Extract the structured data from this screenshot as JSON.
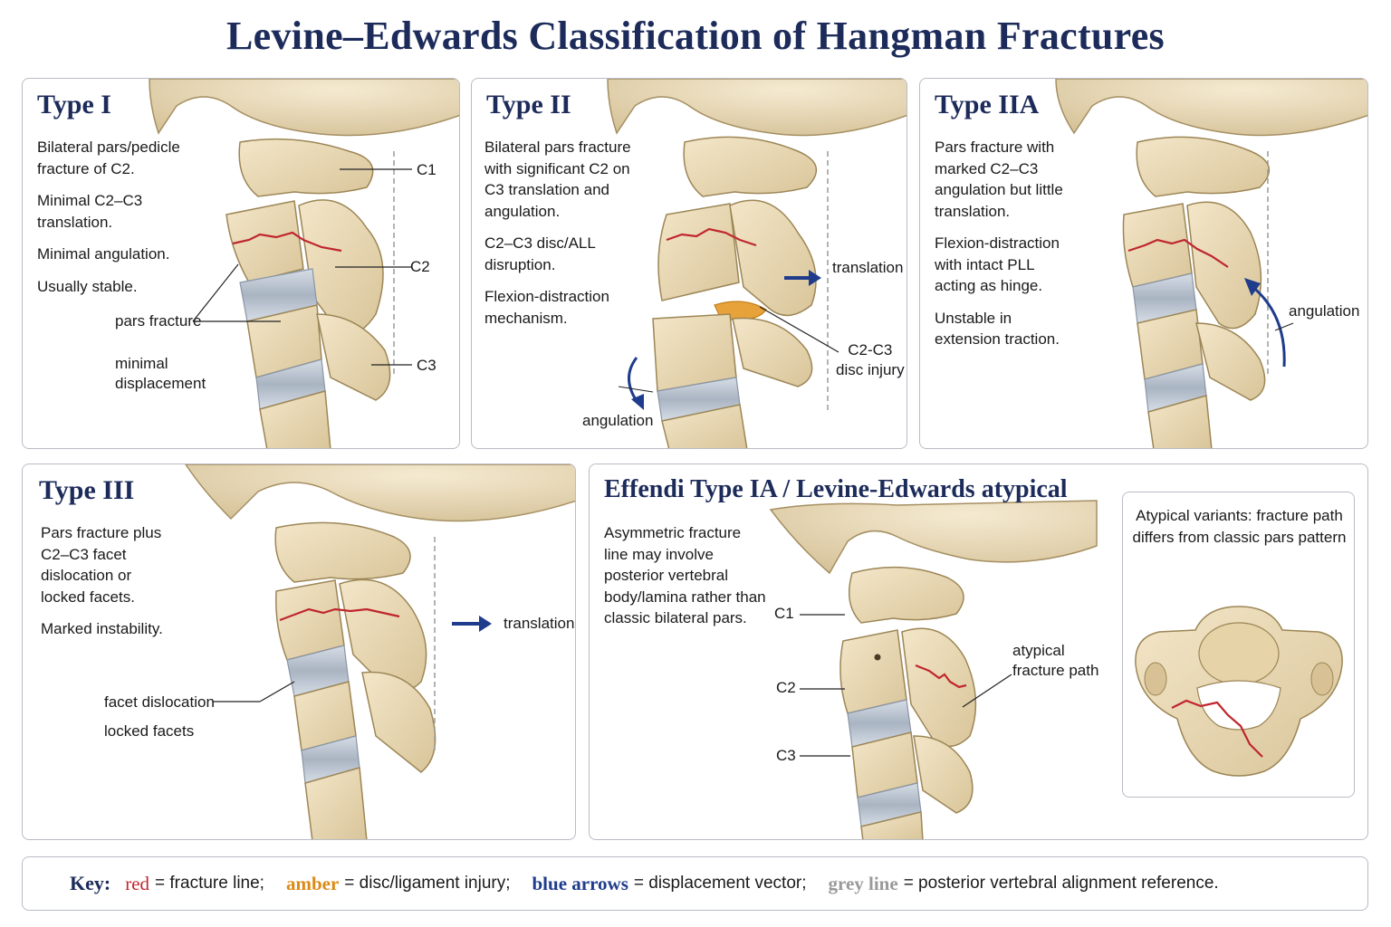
{
  "title": "Levine–Edwards Classification of Hangman Fractures",
  "colors": {
    "fracture": "#c0262d",
    "injury": "#e8a23a",
    "arrow": "#1f3c8c",
    "reference": "#9a9a9a",
    "bone": "#ead9b4",
    "disc": "#b4bfcc",
    "heading": "#1c2b5a"
  },
  "panels": {
    "type1": {
      "title": "Type I",
      "desc": [
        "Bilateral pars/pedicle fracture of C2.",
        "Minimal C2–C3 translation.",
        "Minimal angulation.",
        "Usually stable."
      ],
      "labels": {
        "c1": "C1",
        "c2": "C2",
        "c3": "C3",
        "pars": "pars fracture",
        "disp1": "minimal",
        "disp2": "displacement"
      }
    },
    "type2": {
      "title": "Type II",
      "desc": [
        "Bilateral pars fracture with significant C2 on C3 translation and angulation.",
        "C2–C3 disc/ALL disruption.",
        "Flexion-distraction mechanism."
      ],
      "labels": {
        "translation": "translation",
        "disc1": "C2-C3",
        "disc2": "disc injury",
        "angulation": "angulation"
      }
    },
    "type2a": {
      "title": "Type IIA",
      "desc": [
        "Pars fracture with marked C2–C3 angulation but little translation.",
        "Flexion-distraction with intact PLL acting as hinge.",
        "Unstable in extension traction."
      ],
      "labels": {
        "angulation": "angulation"
      }
    },
    "type3": {
      "title": "Type III",
      "desc": [
        "Pars fracture plus C2–C3 facet dislocation or locked facets.",
        "Marked instability."
      ],
      "labels": {
        "translation": "translation",
        "facet": "facet dislocation",
        "locked": "locked facets"
      }
    },
    "atypical": {
      "title": "Effendi Type IA / Levine-Edwards atypical",
      "desc": [
        "Asymmetric fracture line may involve posterior vertebral body/lamina rather than classic bilateral pars."
      ],
      "labels": {
        "c1": "C1",
        "c2": "C2",
        "c3": "C3",
        "path1": "atypical",
        "path2": "fracture path"
      },
      "inset": "Atypical variants: fracture path differs from classic pars pattern"
    }
  },
  "key": {
    "label": "Key:",
    "red": "red",
    "red_text": "= fracture line;",
    "amber": "amber",
    "amber_text": "= disc/ligament injury;",
    "blue": "blue arrows",
    "blue_text": "= displacement vector;",
    "grey": "grey line",
    "grey_text": "= posterior vertebral alignment reference."
  }
}
